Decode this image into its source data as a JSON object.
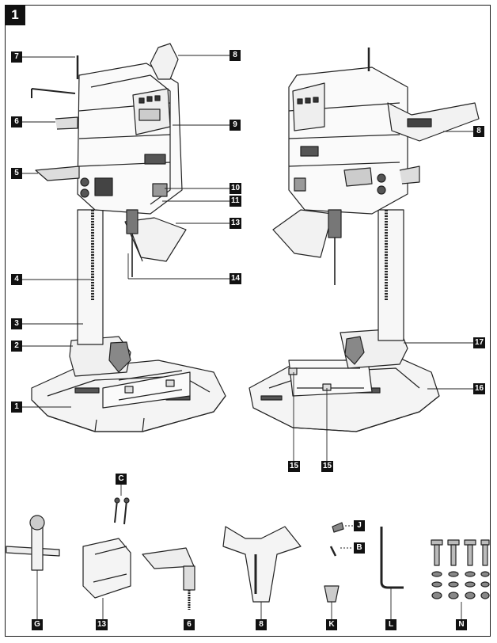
{
  "figure_number": "1",
  "callouts": {
    "c7": "7",
    "c6": "6",
    "c5": "5",
    "c4": "4",
    "c3": "3",
    "c2": "2",
    "c1": "1",
    "c8_top": "8",
    "c9": "9",
    "c10": "10",
    "c11": "11",
    "c13_top": "13",
    "c14": "14",
    "c8_right": "8",
    "c17": "17",
    "c16": "16",
    "c15_a": "15",
    "c15_b": "15"
  },
  "accessories": {
    "C": "C",
    "J": "J",
    "B": "B",
    "G": "G",
    "p13": "13",
    "p6": "6",
    "p8": "8",
    "K": "K",
    "L": "L",
    "N": "N"
  }
}
